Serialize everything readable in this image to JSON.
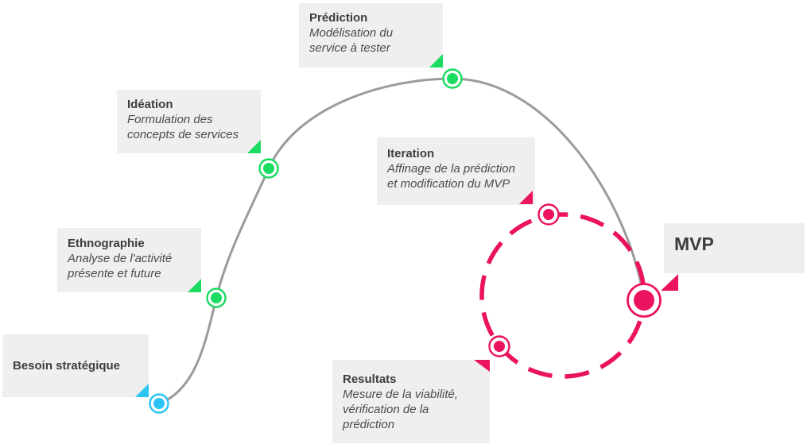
{
  "colors": {
    "green": "#1BDB61",
    "blue": "#2BC4F3",
    "pink": "#EB125F",
    "line_gray": "#9B9B9B",
    "box_bg": "#EFEFEF",
    "title_text": "#3D3D3D",
    "subtitle_text": "#4B4B4B"
  },
  "stages": [
    {
      "id": "besoin-strategique",
      "title": "Besoin stratégique",
      "subtitle": "",
      "accent": "#2BC4F3"
    },
    {
      "id": "ethnographie",
      "title": "Ethnographie",
      "subtitle": "Analyse de l'activité\nprésente et future",
      "accent": "#1BDB61"
    },
    {
      "id": "ideation",
      "title": "Idéation",
      "subtitle": "Formulation des\nconcepts de services",
      "accent": "#1BDB61"
    },
    {
      "id": "prediction",
      "title": "Prédiction",
      "subtitle": "Modélisation du\nservice à tester",
      "accent": "#1BDB61"
    },
    {
      "id": "iteration",
      "title": "Iteration",
      "subtitle": "Affinage de la prédiction\net modification du MVP",
      "accent": "#EB125F"
    },
    {
      "id": "resultats",
      "title": "Resultats",
      "subtitle": "Mesure de la viabilité,\nvérification de la\nprédiction",
      "accent": "#EB125F"
    },
    {
      "id": "mvp",
      "title": "MVP",
      "subtitle": "",
      "accent": "#EB125F"
    }
  ]
}
